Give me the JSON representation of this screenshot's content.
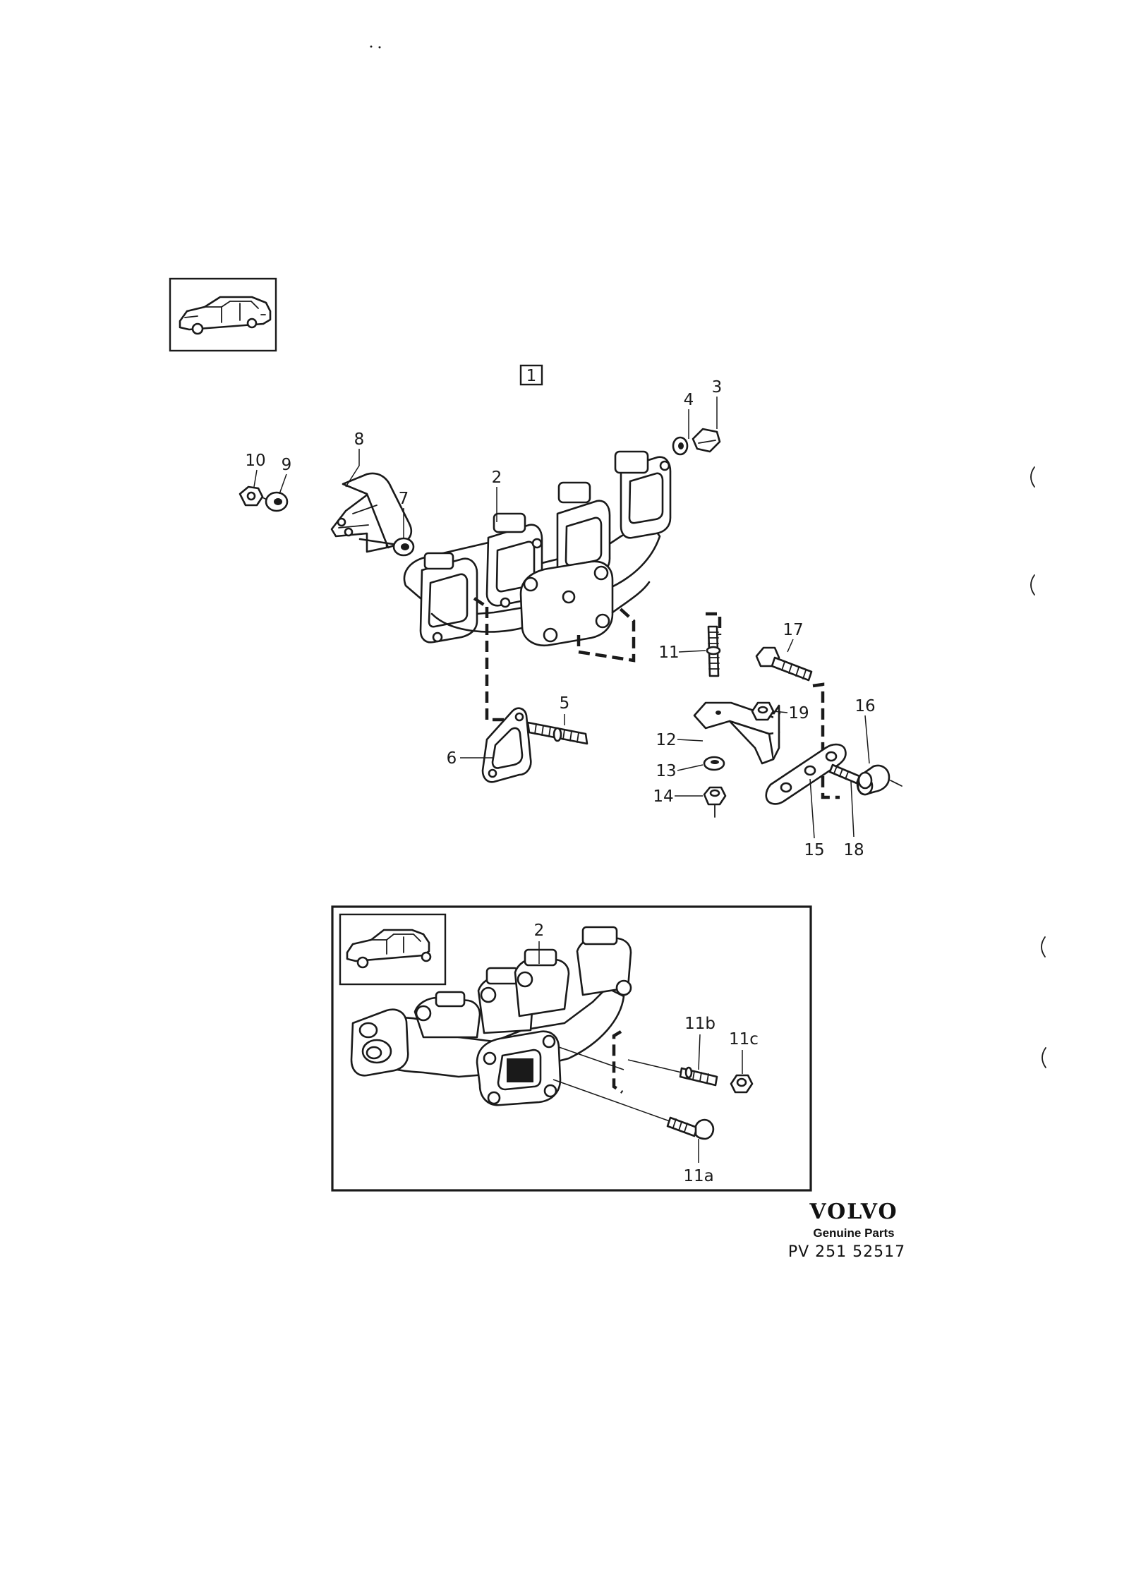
{
  "diagram": {
    "main_view": {
      "group_marker": "1",
      "callouts": [
        "2",
        "3",
        "4",
        "5",
        "6",
        "7",
        "8",
        "9",
        "10",
        "11",
        "12",
        "13",
        "14",
        "15",
        "16",
        "17",
        "18",
        "19"
      ]
    },
    "inset_view": {
      "callouts": [
        "2",
        "11a",
        "11b",
        "11c"
      ]
    }
  },
  "footer": {
    "brand": "VOLVO",
    "subtitle": "Genuine Parts",
    "part_number": "PV 251 52517"
  }
}
